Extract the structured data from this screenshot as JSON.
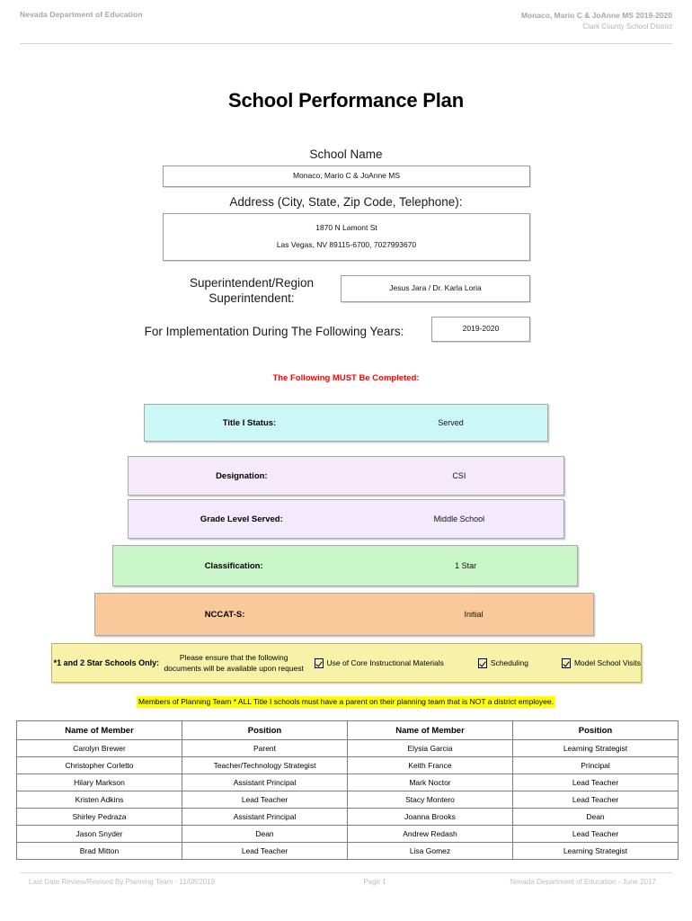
{
  "header": {
    "left": "Nevada Department of Education",
    "right_line1": "Monaco, Mario C & JoAnne MS  2019-2020",
    "right_line2": "Clark County School District"
  },
  "title": "School Performance Plan",
  "fields": {
    "school_name_label": "School Name",
    "school_name_value": "Monaco, Mario C & JoAnne MS",
    "address_label": "Address (City, State, Zip Code, Telephone):",
    "address_line1": "1870 N Lamont St",
    "address_line2": "Las Vegas, NV  89115-6700, 7027993670",
    "superintendent_label": "Superintendent/Region Superintendent:",
    "superintendent_value": "Jesus Jara / Dr. Karla Loria",
    "years_label": "For Implementation During The Following Years:",
    "years_value": "2019-2020"
  },
  "notice": "The Following MUST Be Completed:",
  "status_bars": [
    {
      "label": "Title I Status:",
      "value": "Served",
      "color": "#ccf7f7"
    },
    {
      "label": "Designation:",
      "value": "CSI",
      "color": "#f5eafa"
    },
    {
      "label": "Grade Level Served:",
      "value": "Middle School",
      "color": "#f3eafb"
    },
    {
      "label": "Classification:",
      "value": "1 Star",
      "color": "#c9f5c9"
    },
    {
      "label": "NCCAT-S:",
      "value": "Initial",
      "color": "#fac999"
    }
  ],
  "star_band": {
    "title": "*1 and 2 Star Schools Only:",
    "note_line1": "Please ensure that the following",
    "note_line2": "documents will be available upon request",
    "checkboxes": [
      {
        "label": "Use of Core Instructional Materials",
        "checked": true
      },
      {
        "label": "Scheduling",
        "checked": true
      },
      {
        "label": "Model School Visits",
        "checked": true
      }
    ],
    "highlight_color": "#f7f2a8"
  },
  "team_note": "Members of Planning Team * ALL Title I schools must have a parent on their planning team that is NOT a district employee.",
  "members_table": {
    "headers": [
      "Name of Member",
      "Position",
      "Name of Member",
      "Position"
    ],
    "rows": [
      [
        "Carolyn Brewer",
        "Parent",
        "Elysia Garcia",
        "Learning Strategist"
      ],
      [
        "Christopher Corletto",
        "Teacher/Technology Strategist",
        "Keith France",
        "Principal"
      ],
      [
        "Hilary Markson",
        "Assistant Principal",
        "Mark Noctor",
        "Lead Teacher"
      ],
      [
        "Kristen Adkins",
        "Lead Teacher",
        "Stacy Montero",
        "Lead Teacher"
      ],
      [
        "Shirley Pedraza",
        "Assistant Principal",
        "Joanna Brooks",
        "Dean"
      ],
      [
        "Jason Snyder",
        "Dean",
        "Andrew Redash",
        "Lead Teacher"
      ],
      [
        "Brad Mitton",
        "Lead Teacher",
        "Lisa Gomez",
        "Learning Strategist"
      ]
    ]
  },
  "footer": {
    "left": "Last Date Review/Revised By Planning Team - 11/08/2019",
    "center": "Page 1",
    "right": "Nevada Department of Education - June 2017"
  }
}
